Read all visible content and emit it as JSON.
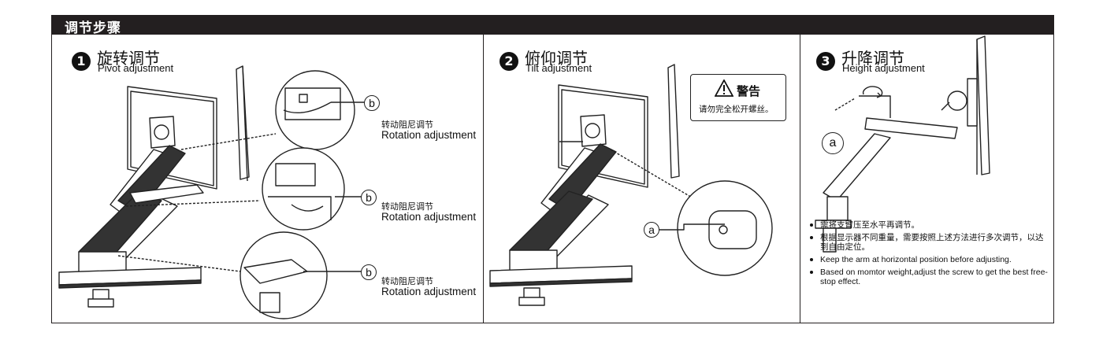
{
  "header": {
    "title": "调节步骤"
  },
  "steps": [
    {
      "number": "1",
      "title_cn": "旋转调节",
      "title_en": "Pivot adjustment"
    },
    {
      "number": "2",
      "title_cn": "俯仰调节",
      "title_en": "Tilt adjustment"
    },
    {
      "number": "3",
      "title_cn": "升降调节",
      "title_en": "Height  adjustment"
    }
  ],
  "callouts": [
    {
      "cn": "转动阻尼调节",
      "en": "Rotation adjustment",
      "marker": "b"
    },
    {
      "cn": "转动阻尼调节",
      "en": "Rotation adjustment",
      "marker": "b"
    },
    {
      "cn": "转动阻尼调节",
      "en": "Rotation adjustment",
      "marker": "b"
    }
  ],
  "tilt": {
    "marker": "a"
  },
  "warning": {
    "title": "警告",
    "text": "请勿完全松开螺丝。"
  },
  "height": {
    "marker": "a",
    "notes": [
      "需将支臂压至水平再调节。",
      "根据显示器不同重量，需要按照上述方法进行多次调节，以达到自由定位。",
      "Keep the arm at horizontal position before adjusting.",
      "Based on momtor weight,adjust the screw to get the best free-stop effect."
    ]
  }
}
